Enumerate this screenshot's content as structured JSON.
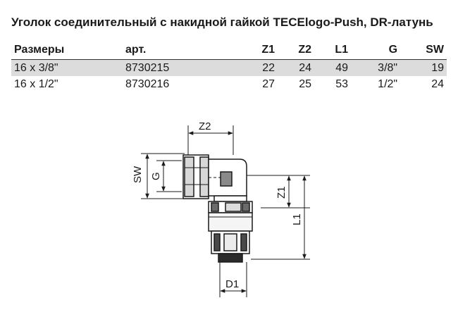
{
  "title": "Уголок соединительный с накидной гайкой TECElogo-Push, DR-латунь",
  "table": {
    "headers": [
      "Размеры",
      "арт.",
      "Z1",
      "Z2",
      "L1",
      "G",
      "SW"
    ],
    "rows": [
      [
        "16 x 3/8\"",
        "8730215",
        "22",
        "24",
        "49",
        "3/8\"",
        "19"
      ],
      [
        "16 x 1/2\"",
        "8730216",
        "27",
        "25",
        "53",
        "1/2\"",
        "24"
      ]
    ]
  },
  "diagram": {
    "labels": {
      "z2": "Z2",
      "sw": "SW",
      "g": "G",
      "z1": "Z1",
      "l1": "L1",
      "d1": "D1"
    }
  }
}
